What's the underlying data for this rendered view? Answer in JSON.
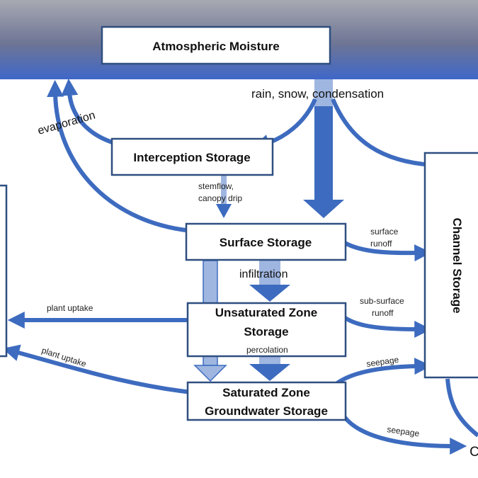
{
  "colors": {
    "arrow": "#3d6bbf",
    "arrow_light": "#9fb6e0",
    "box_border": "#2f4f80",
    "sky_top": "#9ea3b0",
    "sky_bottom": "#3f67c9"
  },
  "boxes": {
    "atmospheric": "Atmospheric Moisture",
    "interception": "Interception Storage",
    "surface": "Surface Storage",
    "unsaturated_1": "Unsaturated Zone",
    "unsaturated_2": "Storage",
    "saturated_1": "Saturated Zone",
    "saturated_2": "Groundwater Storage",
    "channel": "Channel Storage",
    "partial_bottom_right": "C"
  },
  "labels": {
    "precip": "rain, snow, condensation",
    "evaporation": "evaporation",
    "stemflow_1": "stemflow,",
    "stemflow_2": "canopy drip",
    "surface_runoff_1": "surface",
    "surface_runoff_2": "runoff",
    "infiltration": "infiltration",
    "plant_uptake_1": "plant uptake",
    "subsurface_1": "sub-surface",
    "subsurface_2": "runoff",
    "percolation": "percolation",
    "plant_uptake_2": "plant uptake",
    "seepage_1": "seepage",
    "seepage_2": "seepage"
  }
}
